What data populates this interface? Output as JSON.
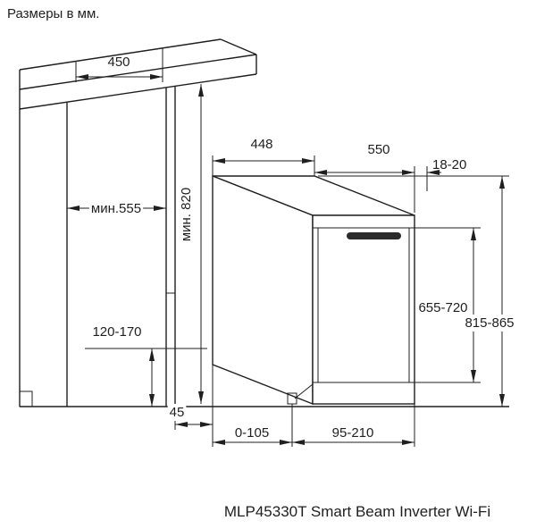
{
  "header": {
    "units_label": "Размеры в мм."
  },
  "footer": {
    "model_label": "MLP45330T Smart Beam Inverter Wi-Fi"
  },
  "dims": {
    "counter_depth": "450",
    "niche_width": "мин.555",
    "niche_height": "мин. 820",
    "appliance_width": "448",
    "appliance_depth": "550",
    "front_gap": "18-20",
    "door_height": "655-720",
    "overall_height": "815-865",
    "plinth_height": "120-170",
    "rear_clearance": "45",
    "plinth_recess": "0-105",
    "foot_range": "95-210"
  },
  "colors": {
    "line": "#1f1f1f",
    "background": "#ffffff",
    "handle": "#2b2b2b"
  }
}
